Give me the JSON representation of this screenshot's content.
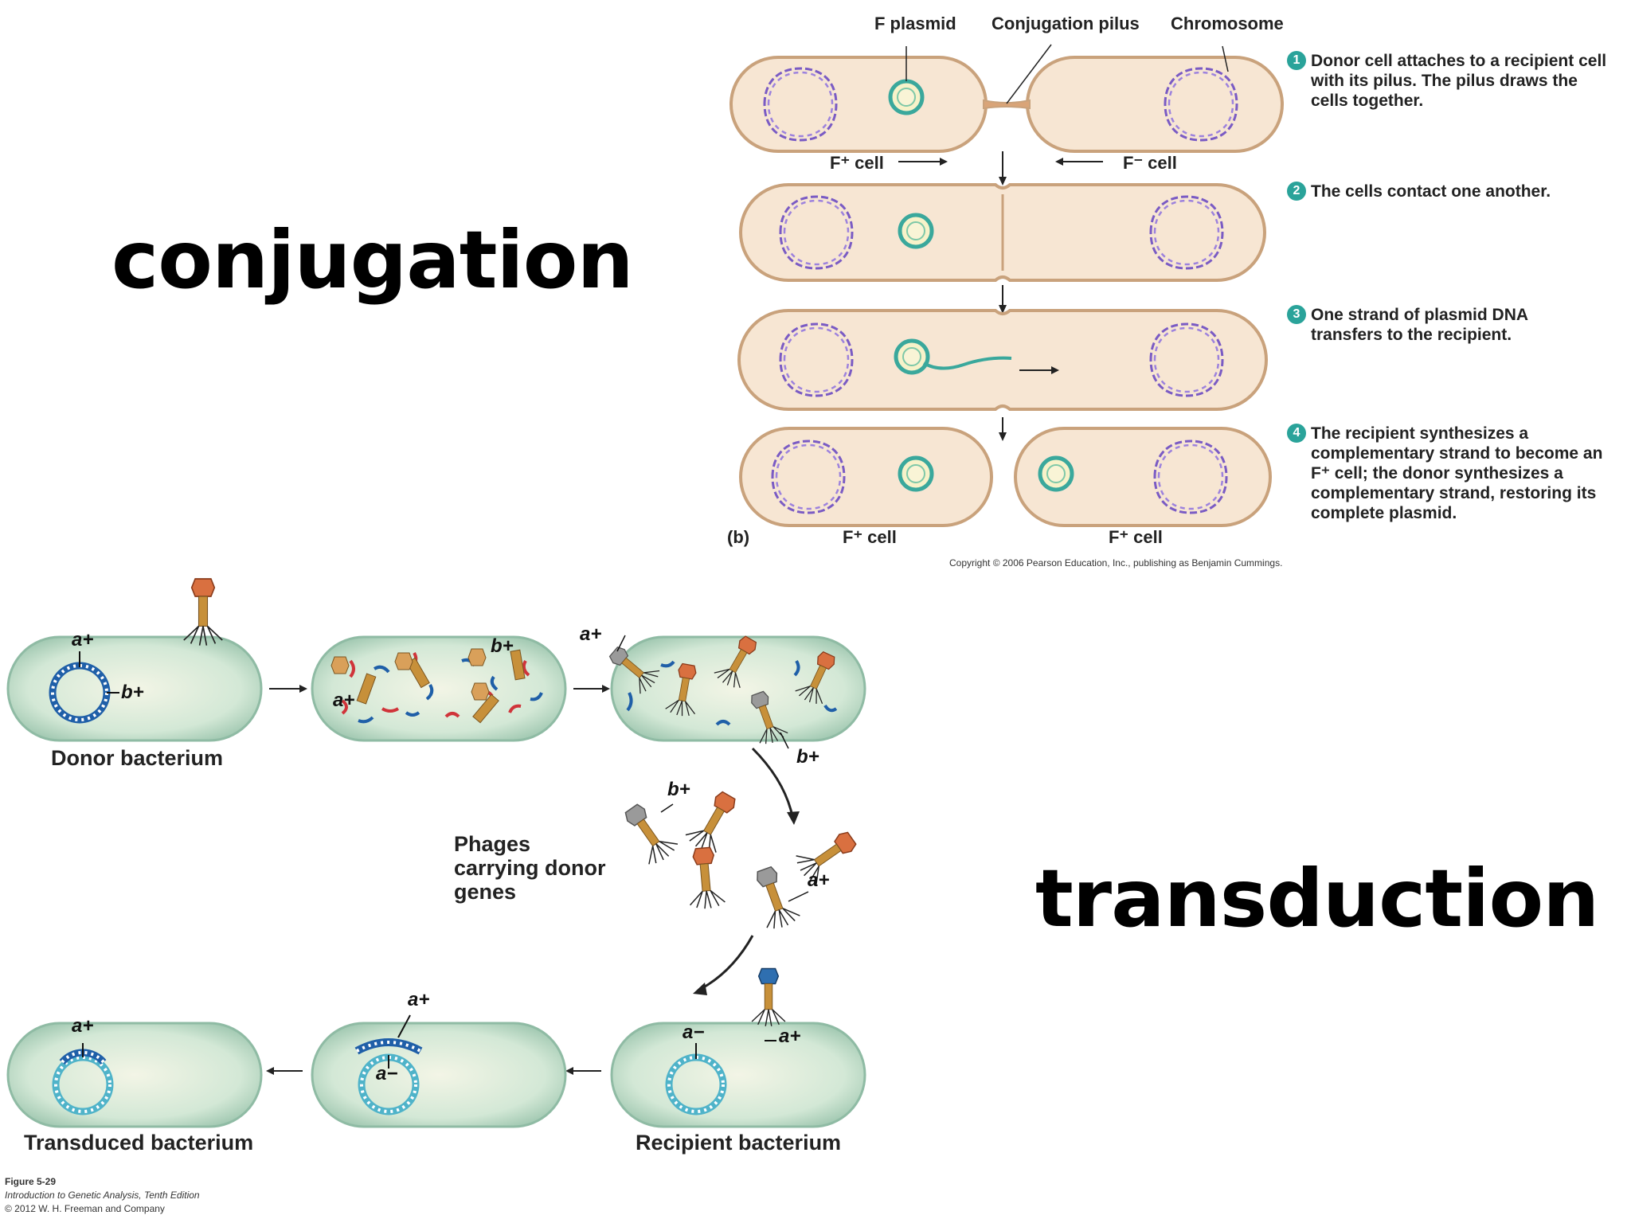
{
  "titles": {
    "conjugation": "conjugation",
    "transduction": "transduction"
  },
  "conjugation_figure": {
    "top_labels": {
      "f_plasmid": "F plasmid",
      "pilus": "Conjugation pilus",
      "chromosome": "Chromosome"
    },
    "cell_labels": {
      "f_plus": "F⁺ cell",
      "f_minus": "F⁻ cell",
      "bottom_left": "F⁺ cell",
      "bottom_right": "F⁺ cell"
    },
    "panel_letter": "(b)",
    "steps": [
      {
        "num": "1",
        "text": "Donor cell attaches to a recipient cell with its pilus. The pilus draws the cells together."
      },
      {
        "num": "2",
        "text": "The cells contact one another."
      },
      {
        "num": "3",
        "text": "One strand of plasmid DNA transfers to the recipient."
      },
      {
        "num": "4",
        "text": "The recipient synthesizes a complementary strand to become an F⁺ cell; the donor synthesizes a complementary strand, restoring its complete plasmid."
      }
    ],
    "copyright": "Copyright © 2006 Pearson Education, Inc., publishing as Benjamin Cummings."
  },
  "transduction_figure": {
    "labels": {
      "donor": "Donor bacterium",
      "phages": "Phages carrying donor genes",
      "recipient": "Recipient bacterium",
      "transduced": "Transduced bacterium"
    },
    "genes": {
      "a_plus": "a+",
      "b_plus": "b+",
      "a_minus": "a−"
    },
    "figure_caption": {
      "fig": "Figure 5-29",
      "book": "Introduction to Genetic Analysis, Tenth Edition",
      "copyright": "© 2012 W. H. Freeman and Company"
    }
  },
  "colors": {
    "conj_cell_fill": "#f7e6d3",
    "conj_cell_stroke": "#c9a27c",
    "chromosome": "#7a5bc4",
    "plasmid": "#3aa89c",
    "bact_fill": "#cfe6d8",
    "bact_stroke": "#8fbba4",
    "dna_blue": "#1f5fa8",
    "phage_head": "#d97040",
    "phage_tail": "#c7903a",
    "step_badge": "#2aa39a"
  }
}
